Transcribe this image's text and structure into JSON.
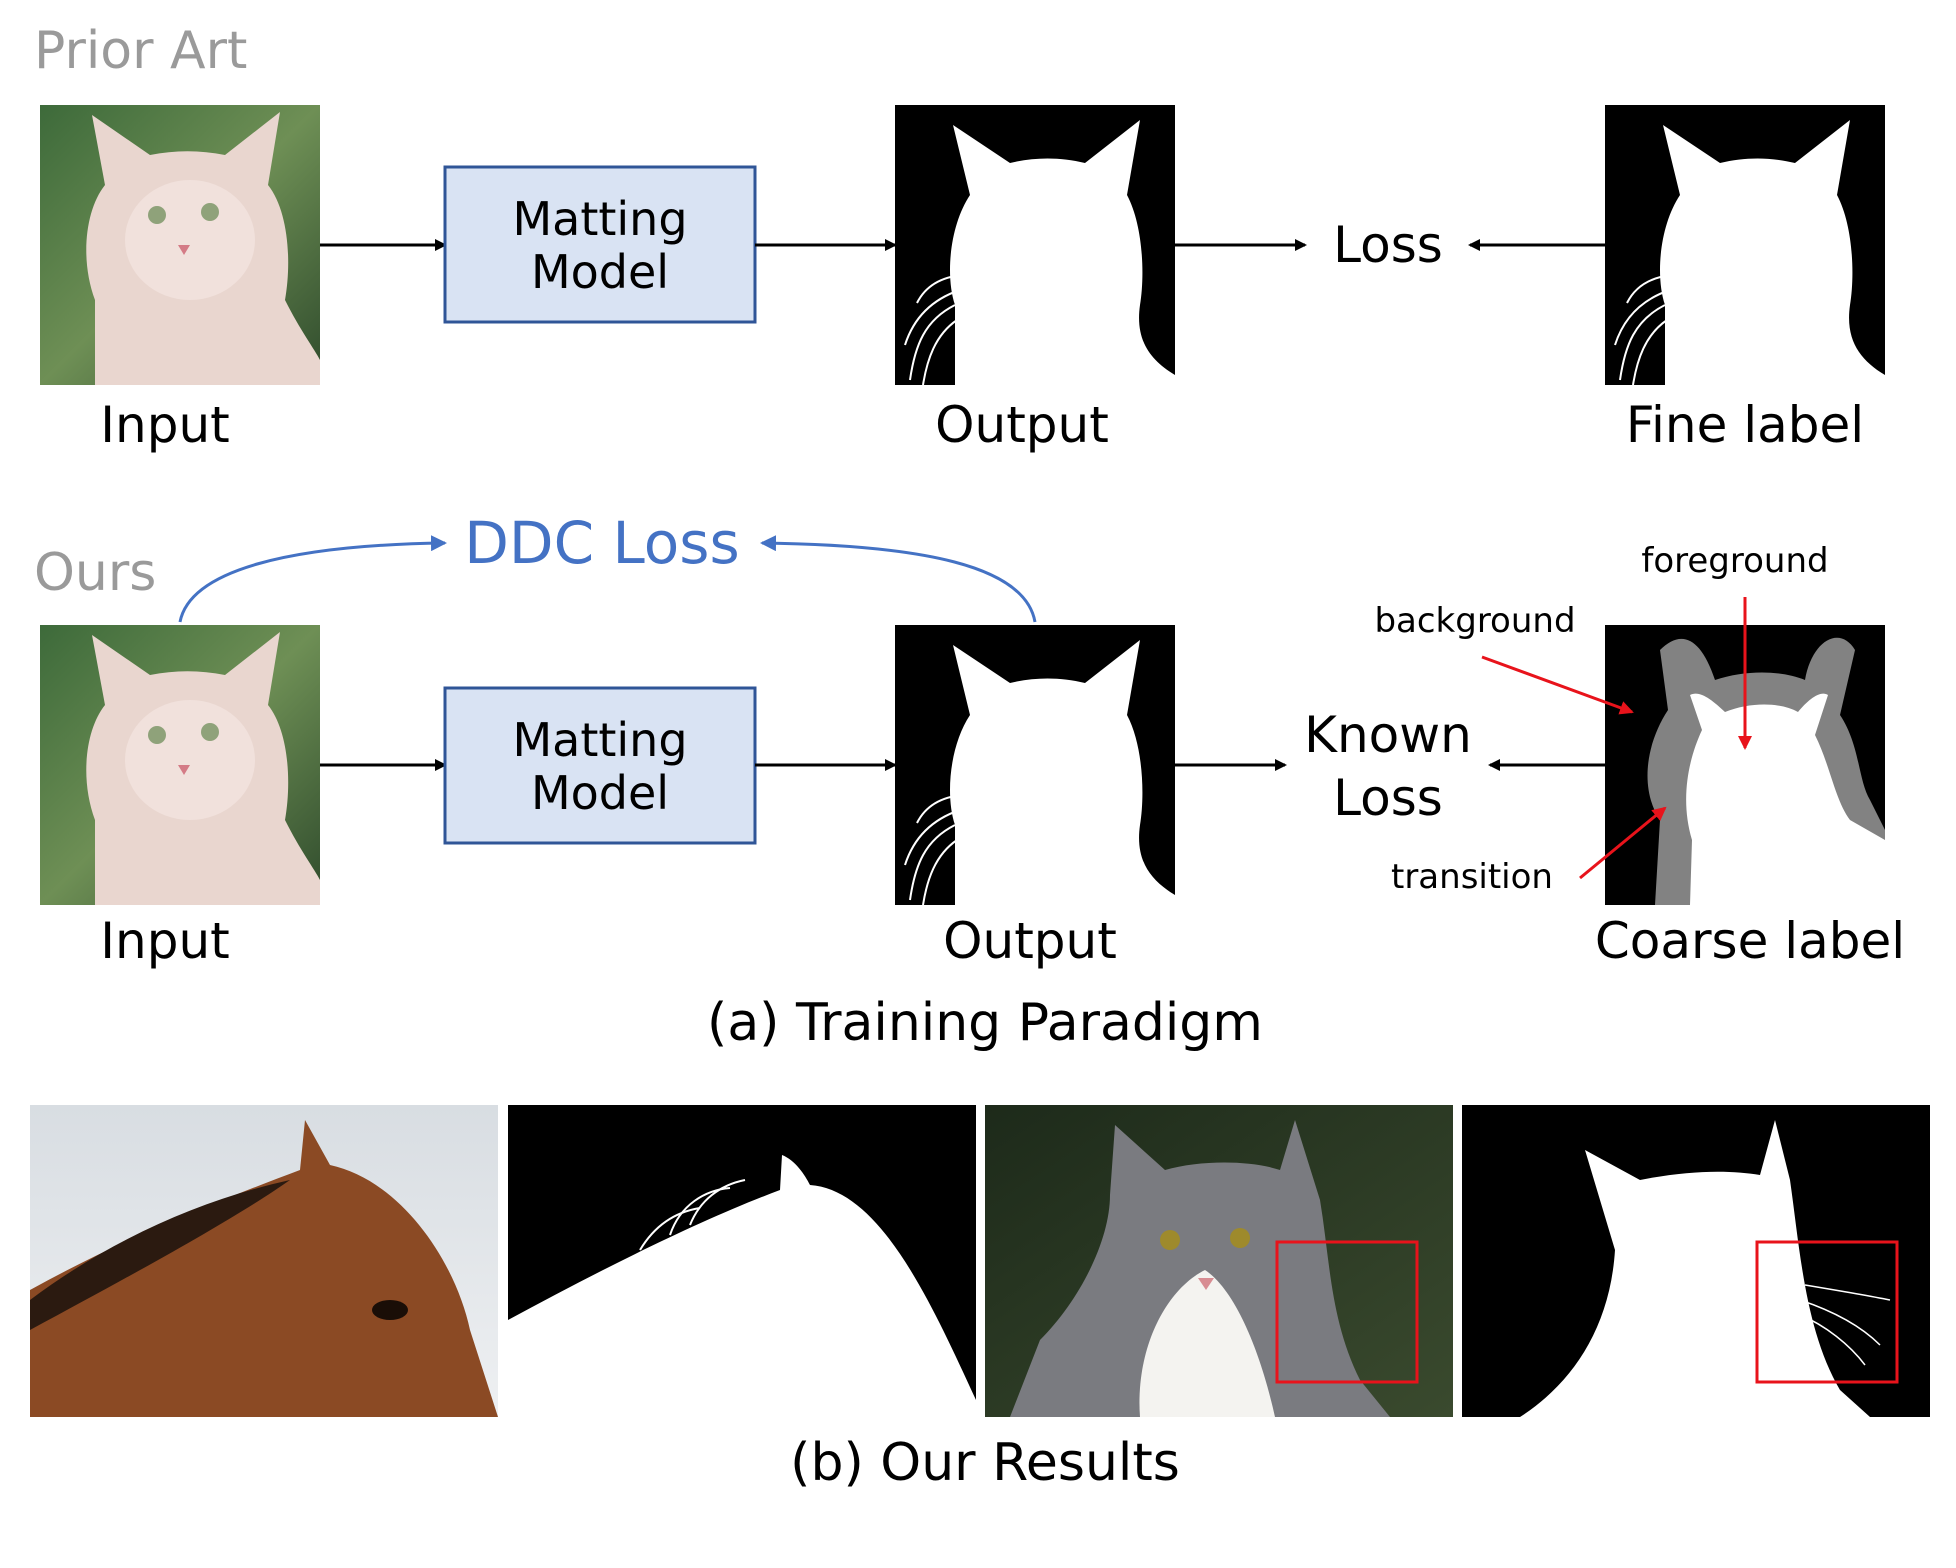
{
  "top_row": {
    "heading": "Prior Art",
    "input_label": "Input",
    "model_line1": "Matting",
    "model_line2": "Model",
    "output_label": "Output",
    "loss_label": "Loss",
    "fine_label": "Fine label"
  },
  "bottom_row": {
    "heading": "Ours",
    "ddc_loss": "DDC Loss",
    "input_label": "Input",
    "model_line1": "Matting",
    "model_line2": "Model",
    "output_label": "Output",
    "known_line1": "Known",
    "known_line2": "Loss",
    "coarse_label": "Coarse label",
    "annot_foreground": "foreground",
    "annot_background": "background",
    "annot_transition": "transition"
  },
  "caption_a": "(a) Training Paradigm",
  "caption_b": "(b) Our Results",
  "colors": {
    "model_fill": "#d9e3f3",
    "model_stroke": "#2f5597",
    "ddc_blue": "#4472c4",
    "heading_gray": "#9a9a9a",
    "annotation_red": "#e8131b",
    "coarse_gray": "#828282"
  }
}
